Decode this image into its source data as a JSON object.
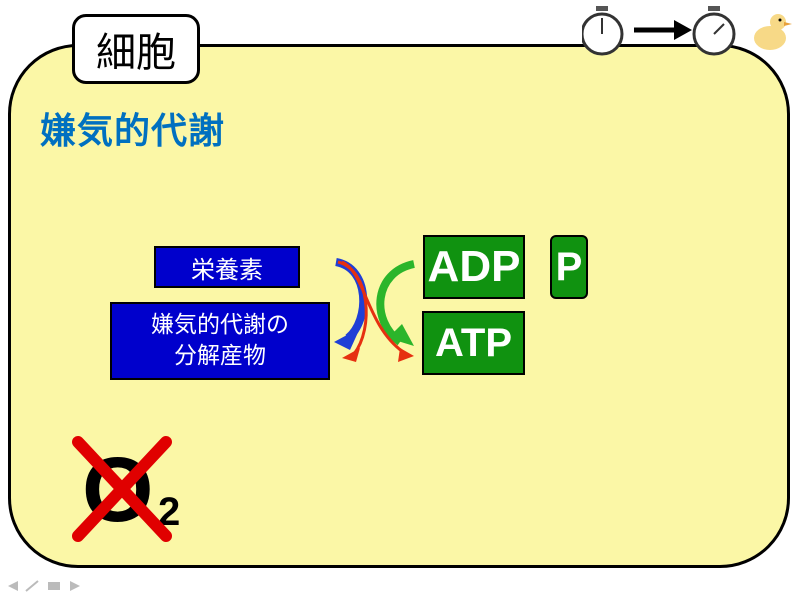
{
  "cell": {
    "label": "細胞"
  },
  "title": "嫌気的代謝",
  "diagram": {
    "nutrient": "栄養素",
    "product": "嫌気的代謝の\n分解産物",
    "adp": "ADP",
    "atp": "ATP",
    "phosphate": "P"
  },
  "oxygen": {
    "letter": "O",
    "subscript": "2"
  },
  "colors": {
    "cell_fill": "#fbf7a6",
    "title": "#0070c0",
    "blue_box": "#0000cc",
    "green_box": "#109210",
    "cross": "#e00000"
  }
}
